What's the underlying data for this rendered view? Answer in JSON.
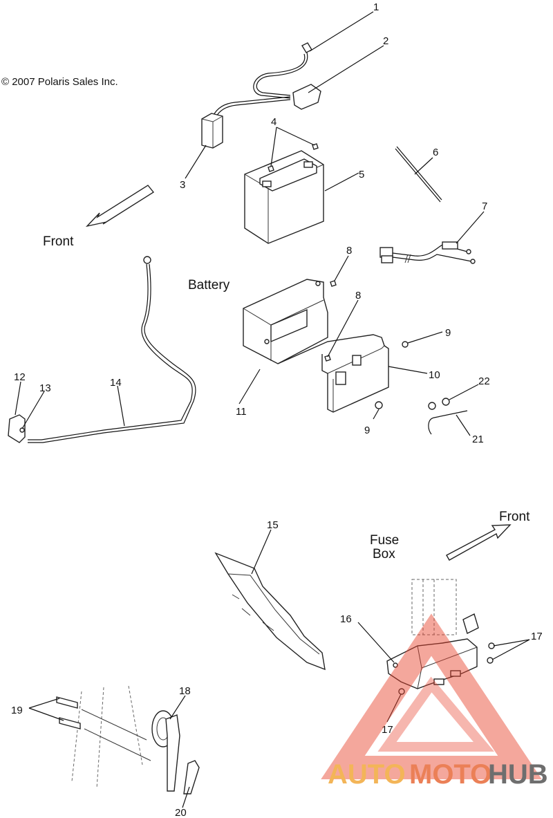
{
  "copyright": "© 2007 Polaris Sales Inc.",
  "captions": {
    "front_top": "Front",
    "battery": "Battery",
    "fuse_line1": "Fuse",
    "fuse_line2": "Box",
    "front_right": "Front"
  },
  "labels": [
    "1",
    "2",
    "3",
    "4",
    "5",
    "6",
    "7",
    "8",
    "8",
    "9",
    "10",
    "11",
    "9",
    "22",
    "21",
    "12",
    "13",
    "14",
    "15",
    "16",
    "17",
    "17",
    "18",
    "19",
    "20"
  ],
  "watermark": {
    "part1": "AUTO",
    "part2": "MOTO",
    "part3": "HUB",
    "colors": {
      "auto": "#f2a93b",
      "moto": "#e86b3a",
      "hub": "#555555",
      "triangle": "#e8412c"
    }
  }
}
